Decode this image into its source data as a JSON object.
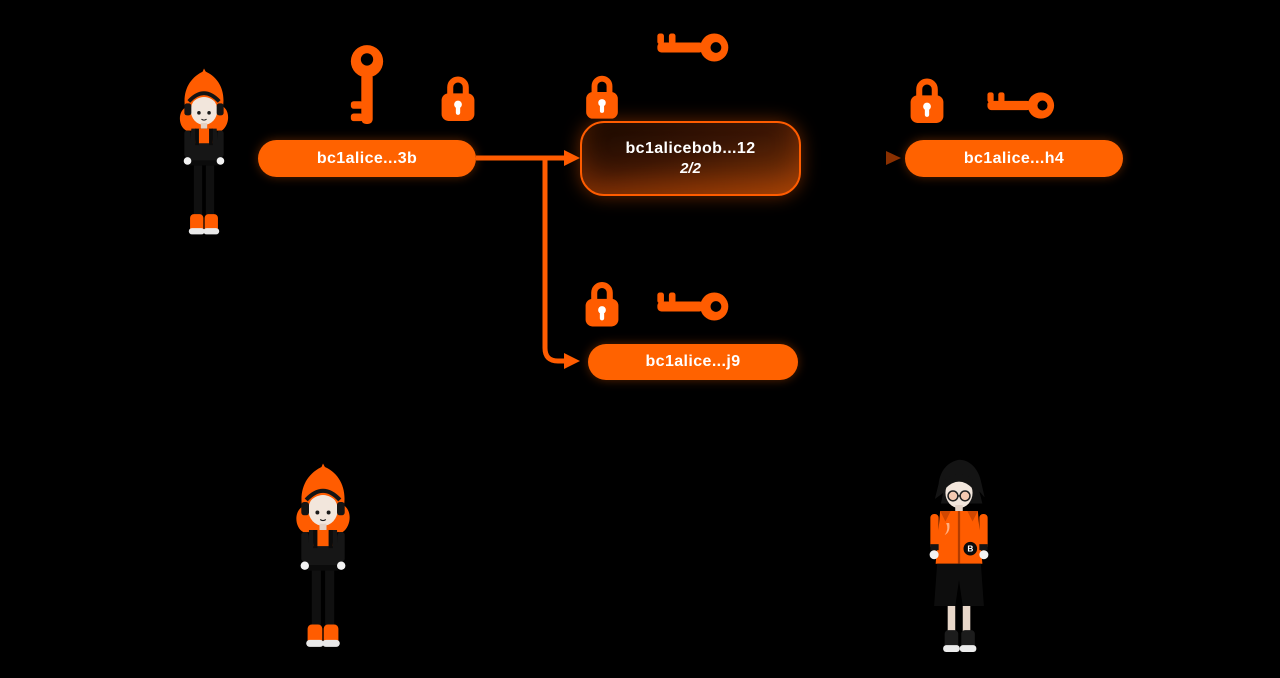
{
  "diagram": {
    "input_address": {
      "label": "bc1alice...3b"
    },
    "multisig_address": {
      "label": "bc1alicebob...12",
      "threshold": "2/2"
    },
    "output_address": {
      "label": "bc1alice...h4"
    },
    "change_address": {
      "label": "bc1alice...j9"
    }
  },
  "characters": {
    "bob_badge": "B"
  },
  "icons": {
    "input_key": "key-icon",
    "input_lock": "lock-icon",
    "multisig_lock": "lock-icon",
    "multisig_key": "key-icon",
    "output_lock": "lock-icon",
    "output_key": "key-icon",
    "change_lock": "lock-icon",
    "change_key": "key-icon"
  },
  "colors": {
    "background": "#000000",
    "accent": "#FF5C00",
    "pill": "#FF6200",
    "text": "#FFFFFF",
    "dim_line": "#8A3000"
  }
}
